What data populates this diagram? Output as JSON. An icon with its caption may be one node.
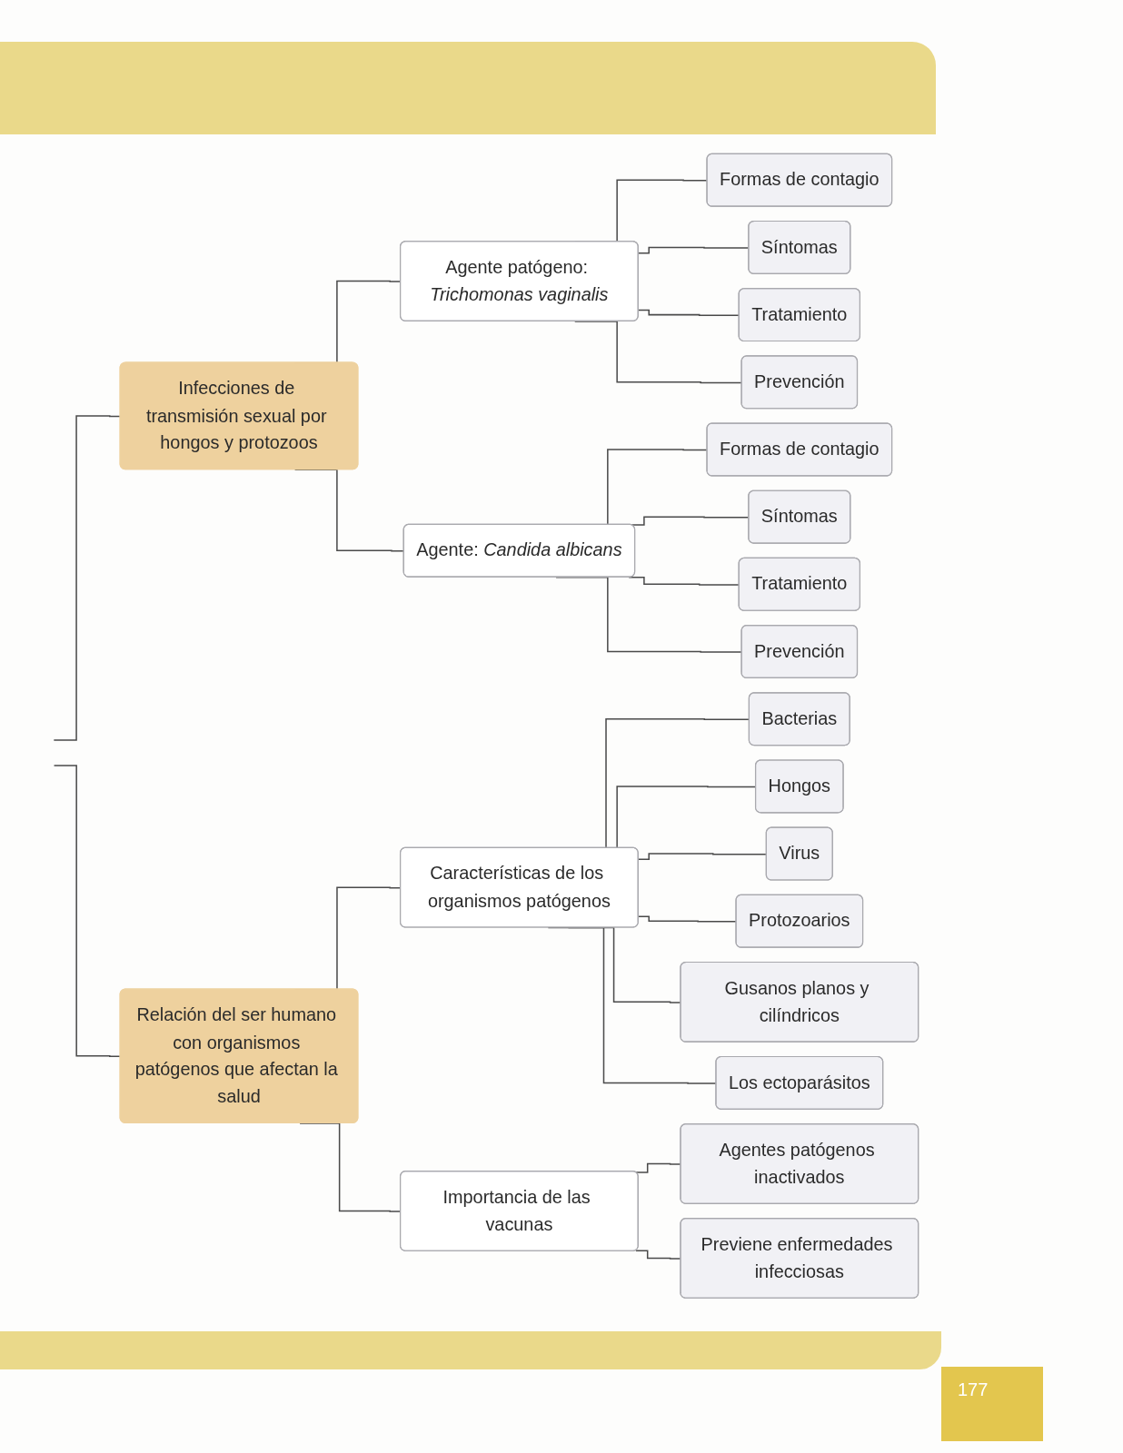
{
  "diagram": {
    "nodes": [
      {
        "text": [
          "Infecciones de transmisión sexual por hongos y protozoos"
        ]
      },
      {
        "text": [
          "Agente patógeno: *Trichomonas vaginalis*"
        ]
      },
      {
        "text": [
          "Formas de contagio"
        ]
      },
      {
        "text": [
          "Síntomas"
        ]
      },
      {
        "text": [
          "Tratamiento"
        ]
      },
      {
        "text": [
          "Prevención"
        ]
      },
      {
        "text": [
          "Agente: *Candida albicans*"
        ]
      },
      {
        "text": [
          "Formas de contagio"
        ]
      },
      {
        "text": [
          "Síntomas"
        ]
      },
      {
        "text": [
          "Tratamiento"
        ]
      },
      {
        "text": [
          "Prevención"
        ]
      },
      {
        "text": [
          "Relación del ser humano con organismos patógenos que afectan la salud"
        ]
      },
      {
        "text": [
          "Características de los organismos patógenos"
        ]
      },
      {
        "text": [
          "Bacterias"
        ]
      },
      {
        "text": [
          "Hongos"
        ]
      },
      {
        "text": [
          "Virus"
        ]
      },
      {
        "text": [
          "Protozoarios"
        ]
      },
      {
        "text": [
          "Gusanos planos y cilíndricos"
        ]
      },
      {
        "text": [
          "Los ectoparásitos"
        ]
      },
      {
        "text": [
          "Importancia de las vacunas"
        ]
      },
      {
        "text": [
          "Agentes patógenos inactivados"
        ]
      },
      {
        "text": [
          "Previene enfermedades infecciosas"
        ]
      }
    ],
    "edges": [
      {
        "from": null,
        "to": 0,
        "arrow": "none"
      },
      {
        "from": null,
        "to": 11,
        "arrow": "none"
      },
      {
        "from": 0,
        "to": 1,
        "arrow": "none"
      },
      {
        "from": 0,
        "to": 6,
        "arrow": "none"
      },
      {
        "from": 1,
        "to": 2,
        "arrow": "none"
      },
      {
        "from": 1,
        "to": 3,
        "arrow": "none"
      },
      {
        "from": 1,
        "to": 4,
        "arrow": "none"
      },
      {
        "from": 1,
        "to": 5,
        "arrow": "none"
      },
      {
        "from": 6,
        "to": 7,
        "arrow": "none"
      },
      {
        "from": 6,
        "to": 8,
        "arrow": "none"
      },
      {
        "from": 6,
        "to": 9,
        "arrow": "none"
      },
      {
        "from": 6,
        "to": 10,
        "arrow": "none"
      },
      {
        "from": 11,
        "to": 12,
        "arrow": "none"
      },
      {
        "from": 11,
        "to": 19,
        "arrow": "none"
      },
      {
        "from": 12,
        "to": 13,
        "arrow": "none"
      },
      {
        "from": 12,
        "to": 14,
        "arrow": "none"
      },
      {
        "from": 12,
        "to": 15,
        "arrow": "none"
      },
      {
        "from": 12,
        "to": 16,
        "arrow": "none"
      },
      {
        "from": 12,
        "to": 17,
        "arrow": "none"
      },
      {
        "from": 12,
        "to": 18,
        "arrow": "none"
      },
      {
        "from": 19,
        "to": 20,
        "arrow": "none"
      },
      {
        "from": 19,
        "to": 21,
        "arrow": "none"
      }
    ],
    "labels": [
      "177"
    ]
  }
}
